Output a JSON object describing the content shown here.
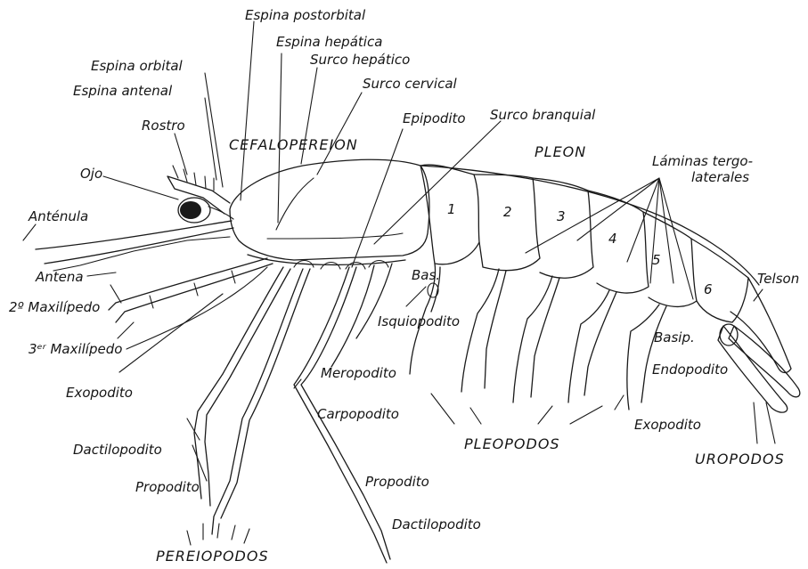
{
  "labels": {
    "espina_postorbital": "Espina postorbital",
    "espina_hepatica": "Espina hepática",
    "surco_hepatico": "Surco hepático",
    "espina_orbital": "Espina orbital",
    "surco_cervical": "Surco cervical",
    "espina_antenal": "Espina antenal",
    "epipodito": "Epipodito",
    "surco_branquial": "Surco branquial",
    "rostro": "Rostro",
    "cefalopereion": "CEFALOPEREION",
    "pleon": "PLEON",
    "laminas_1": "Láminas tergo-",
    "laminas_2": "laterales",
    "ojo": "Ojo",
    "antenula": "Anténula",
    "antena": "Antena",
    "bas": "Bas.",
    "maxilipedo_2": "2º Maxilípedo",
    "maxilipedo_3": "3ᵉʳ Maxilípedo",
    "isquiopodito": "Isquiopodito",
    "telson": "Telson",
    "basip": "Basip.",
    "meropodito": "Meropodito",
    "exopodito_left": "Exopodito",
    "endopodito": "Endopodito",
    "carpopodito": "Carpopodito",
    "exopodito_right": "Exopodito",
    "dactilopodito_left": "Dactilopodito",
    "pleopodos": "PLEOPODOS",
    "uropodos": "UROPODOS",
    "propodito_left": "Propodito",
    "propodito_right": "Propodito",
    "dactilopodito_right": "Dactilopodito",
    "pereiopodos": "PEREIOPODOS"
  },
  "segments": [
    "1",
    "2",
    "3",
    "4",
    "5",
    "6"
  ]
}
